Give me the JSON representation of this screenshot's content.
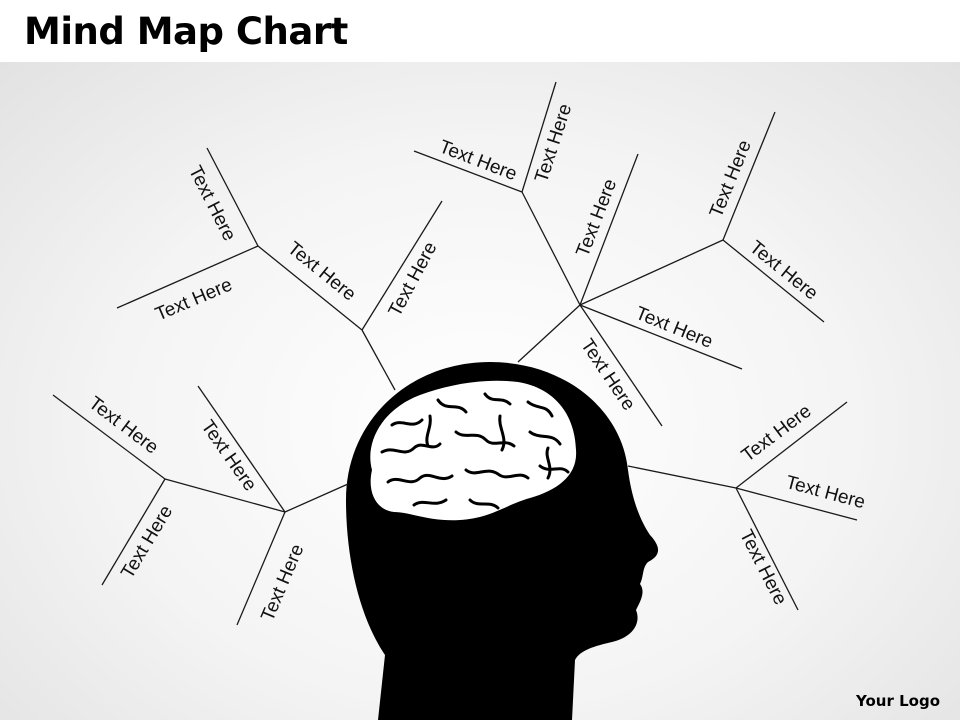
{
  "title": "Mind Map Chart",
  "logo": "Your Logo",
  "labels": {
    "a1": "Text Here",
    "a2": "Text Here",
    "a3": "Text Here",
    "a4": "Text Here",
    "b1": "Text Here",
    "b2": "Text Here",
    "b3": "Text Here",
    "b4": "Text Here",
    "b5": "Text Here",
    "b6": "Text Here",
    "b7": "Text Here",
    "c1": "Text Here",
    "c2": "Text Here",
    "c3": "Text Here",
    "c4": "Text Here",
    "d1": "Text Here",
    "d2": "Text Here",
    "d3": "Text Here"
  },
  "colors": {
    "silhouette": "#000000",
    "brain": "#ffffff",
    "line": "#1a1a1a"
  },
  "icons": {
    "head": "head-silhouette-icon",
    "brain": "brain-icon"
  }
}
